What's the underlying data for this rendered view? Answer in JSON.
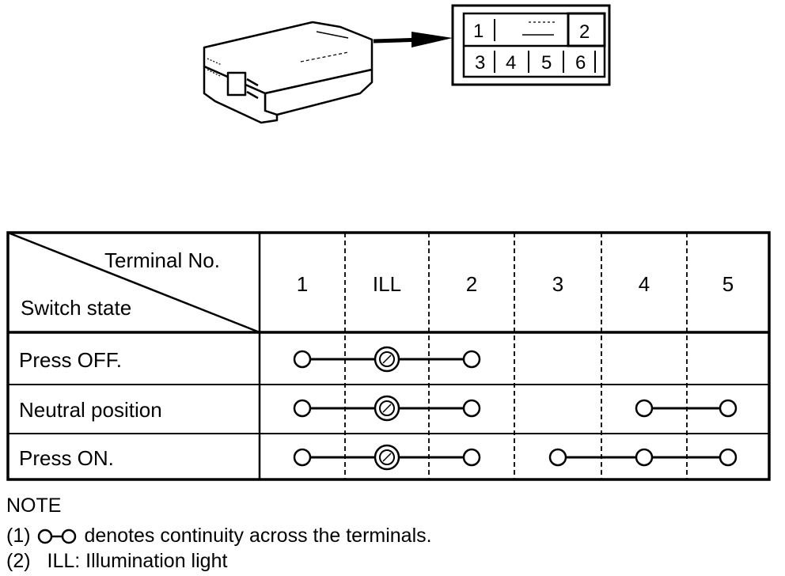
{
  "connector": {
    "pins_top": [
      "1",
      "2"
    ],
    "pins_bottom": [
      "3",
      "4",
      "5",
      "6"
    ]
  },
  "table": {
    "header_terminal": "Terminal No.",
    "header_state": "Switch state",
    "columns": [
      "1",
      "ILL",
      "2",
      "3",
      "4",
      "5"
    ],
    "rows": [
      {
        "state": "Press OFF.",
        "continuity": [
          [
            "1",
            "ILL",
            "2"
          ]
        ]
      },
      {
        "state": "Neutral position",
        "continuity": [
          [
            "1",
            "ILL",
            "2"
          ],
          [
            "4",
            "5"
          ]
        ]
      },
      {
        "state": "Press ON.",
        "continuity": [
          [
            "1",
            "ILL",
            "2"
          ],
          [
            "3",
            "4",
            "5"
          ]
        ]
      }
    ]
  },
  "notes": {
    "title": "NOTE",
    "n1_prefix": "(1)",
    "n1_text": "denotes continuity across the terminals.",
    "n2_prefix": "(2)",
    "n2_text": "ILL: Illumination light"
  }
}
